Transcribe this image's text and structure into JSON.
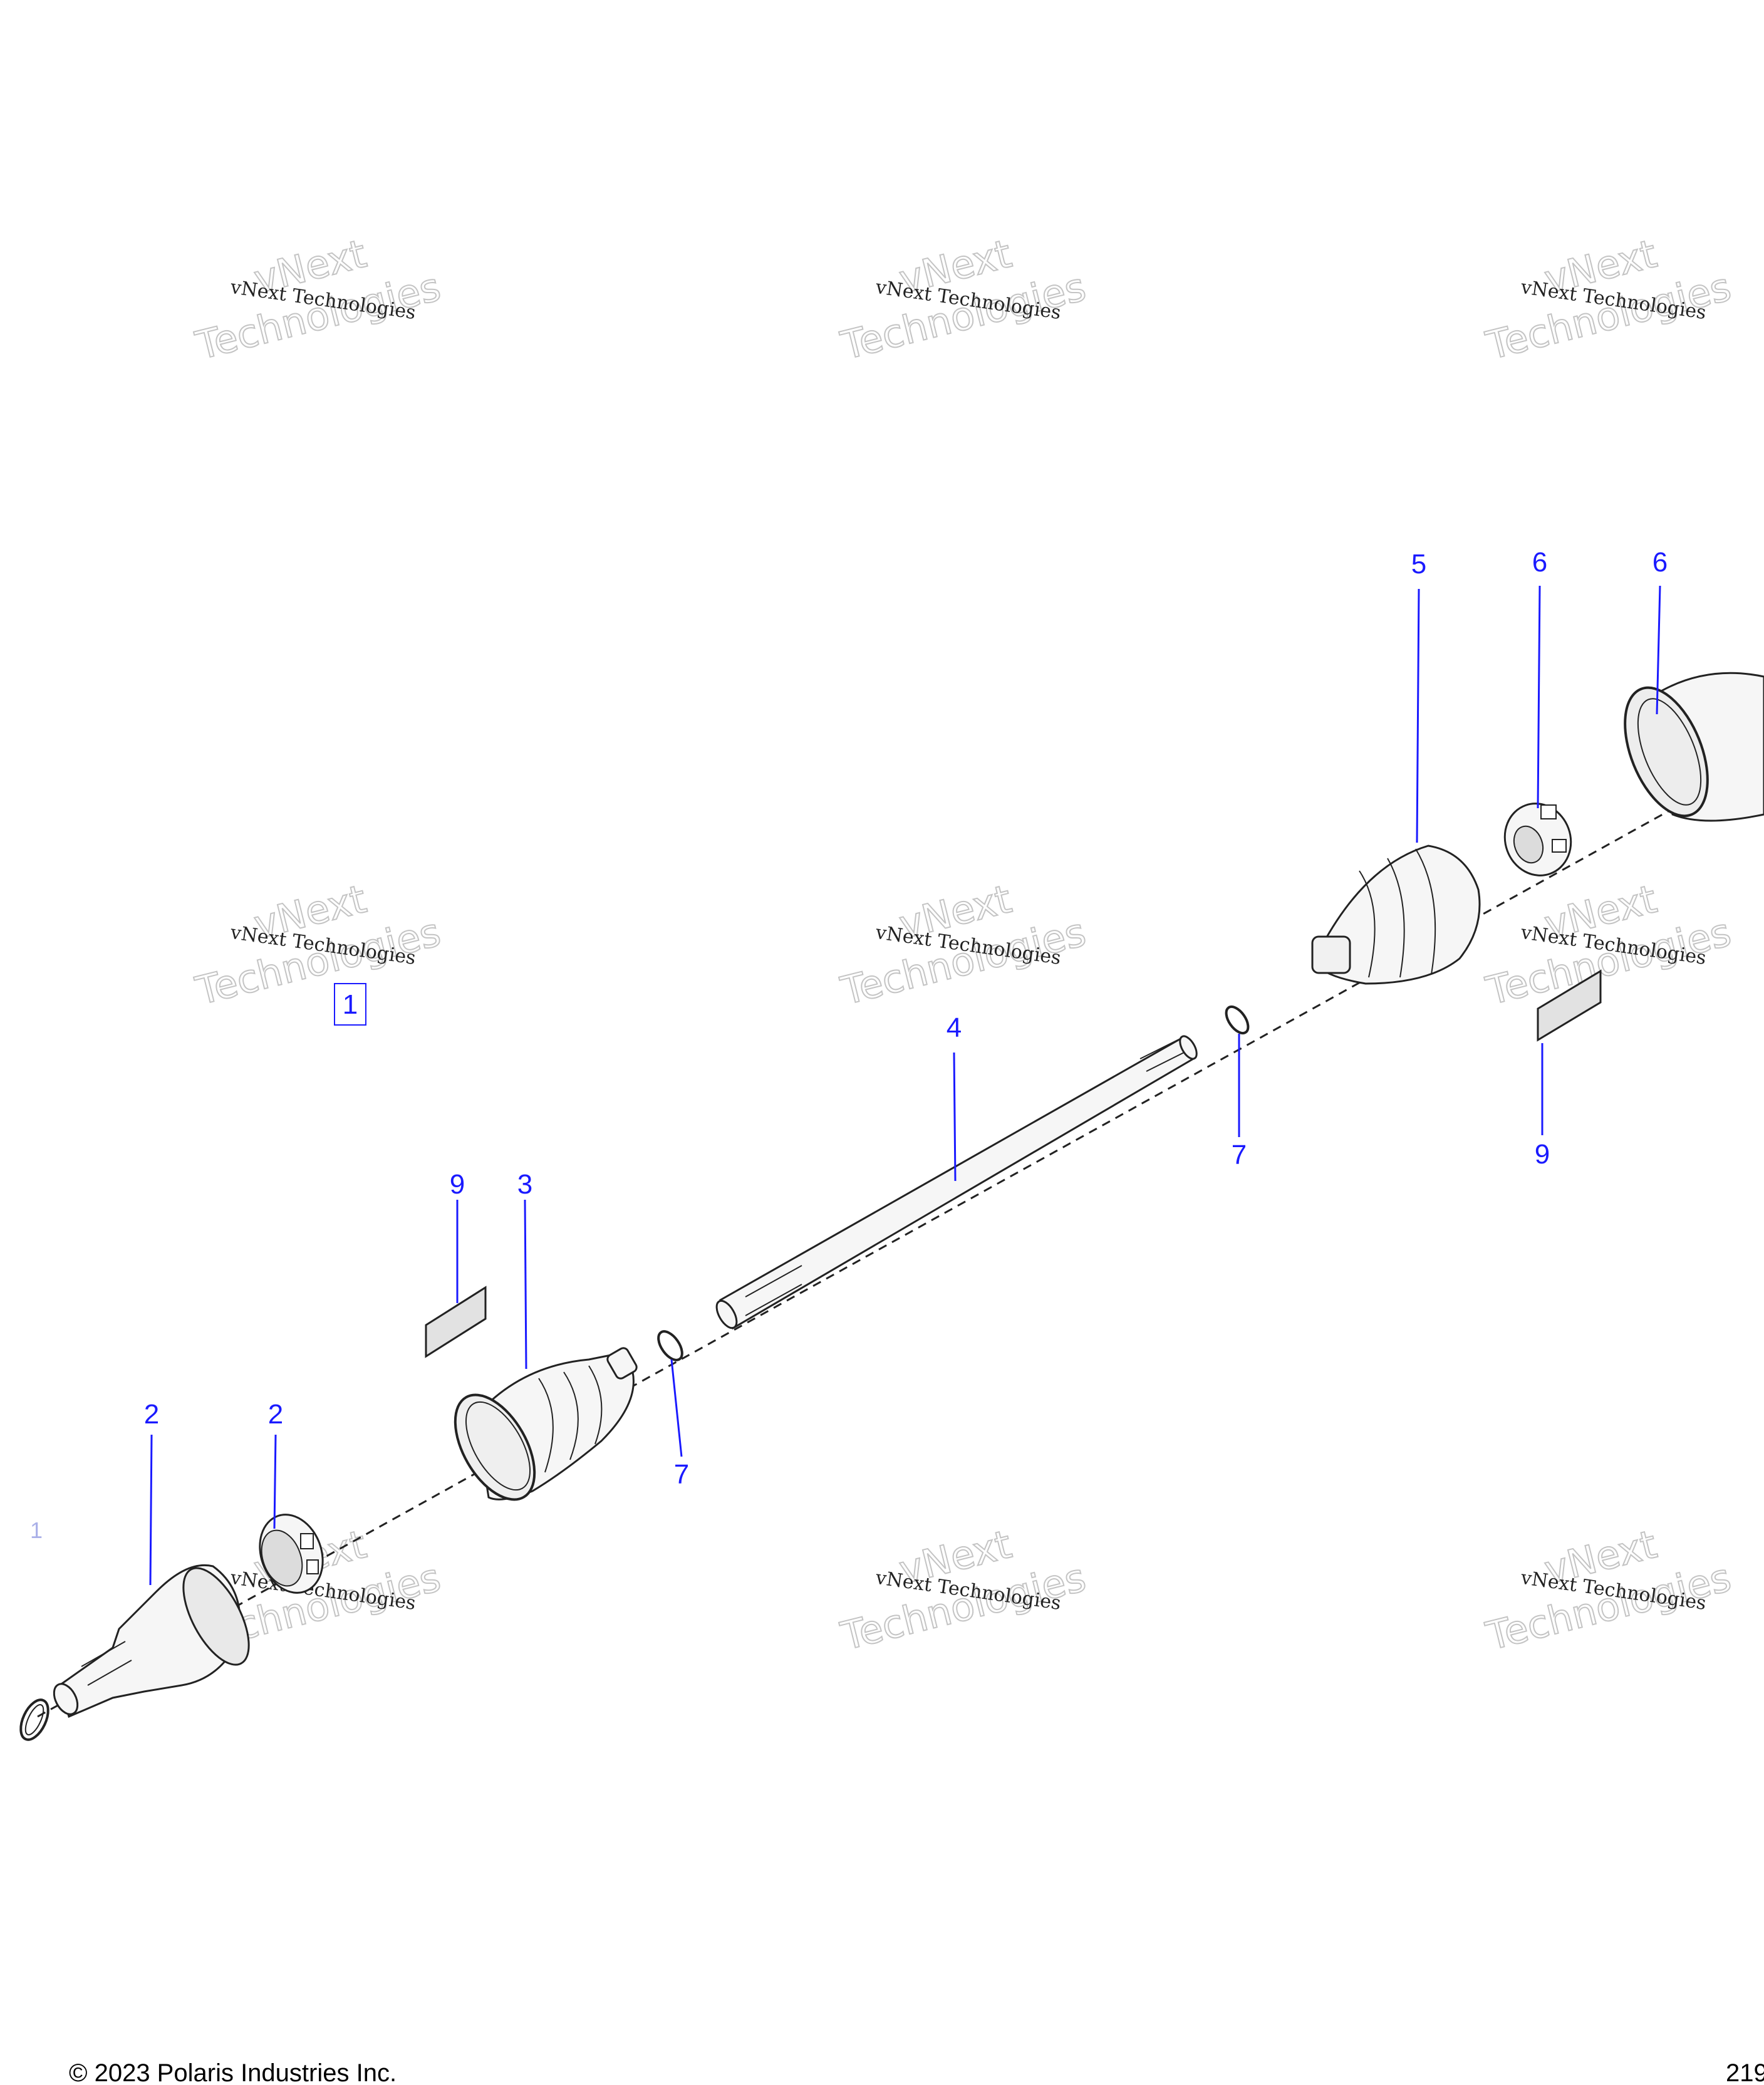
{
  "watermark": {
    "line1": "vNext",
    "line2": "Technologies",
    "small": "vNext Technologies"
  },
  "callouts": [
    "5",
    "6",
    "6",
    "4",
    "7",
    "9",
    "9",
    "3",
    "7",
    "2",
    "2"
  ],
  "boxed_callout": "1",
  "faint_label": "1",
  "footer": {
    "left": "© 2023 Polaris Industries Inc.",
    "page": "219"
  },
  "colors": {
    "callout": "#1a1aff",
    "line": "#1a1aff",
    "part_stroke": "#222222"
  }
}
